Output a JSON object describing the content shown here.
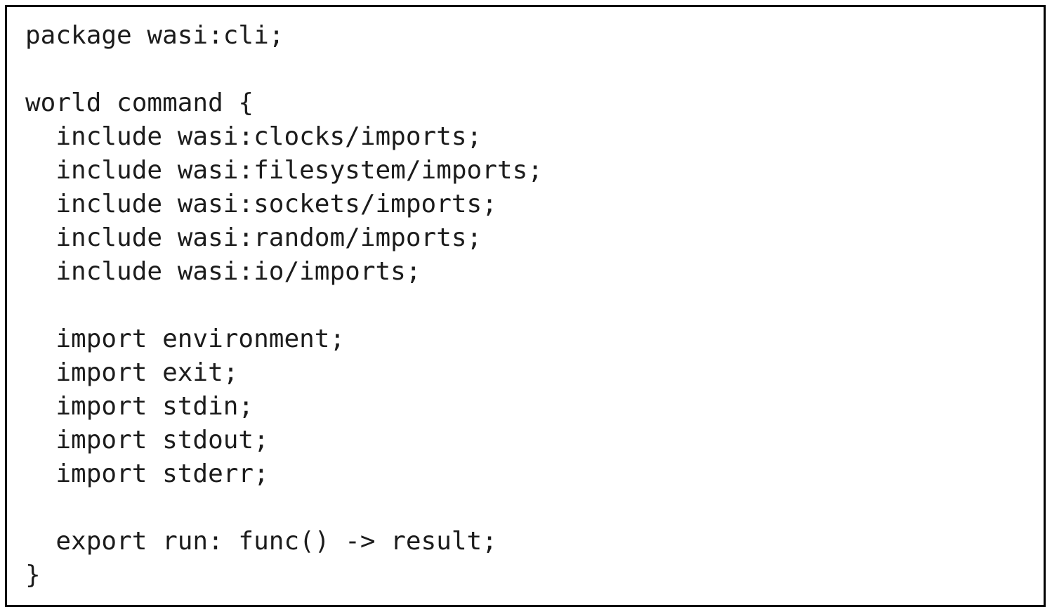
{
  "panel": {
    "kind": "code-listing",
    "language": "wit",
    "border_color": "#000000",
    "background_color": "#ffffff",
    "text_color": "#1c1c1c"
  },
  "code": {
    "lines": [
      "package wasi:cli;",
      "",
      "world command {",
      "  include wasi:clocks/imports;",
      "  include wasi:filesystem/imports;",
      "  include wasi:sockets/imports;",
      "  include wasi:random/imports;",
      "  include wasi:io/imports;",
      "",
      "  import environment;",
      "  import exit;",
      "  import stdin;",
      "  import stdout;",
      "  import stderr;",
      "",
      "  export run: func() -> result;",
      "}"
    ]
  }
}
